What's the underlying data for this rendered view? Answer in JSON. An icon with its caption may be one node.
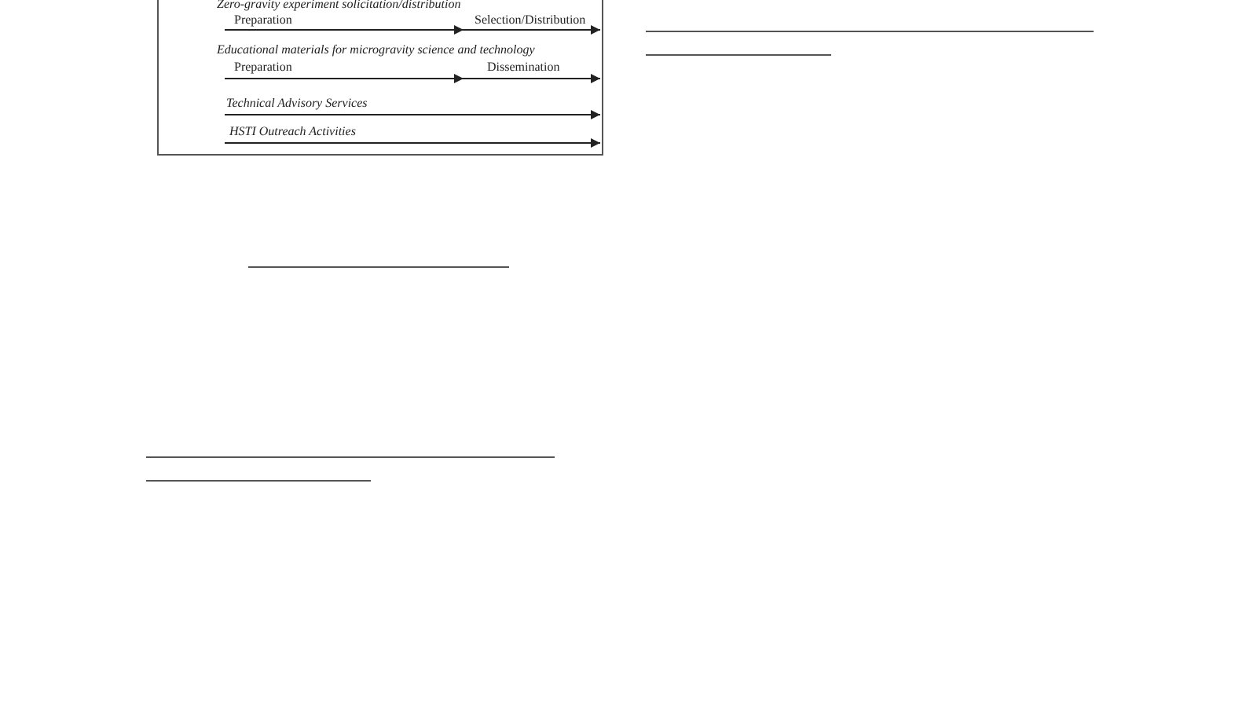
{
  "diagram": {
    "nodes": [
      {
        "text": [
          "Zero-gravity experiment solicitation/distribution",
          "Preparation",
          "Selection/Distribution",
          "Educational materials for microgravity science and technology",
          "Preparation",
          "Dissemination",
          "Technical Advisory Services",
          "HSTI Outreach Activities"
        ]
      }
    ]
  }
}
